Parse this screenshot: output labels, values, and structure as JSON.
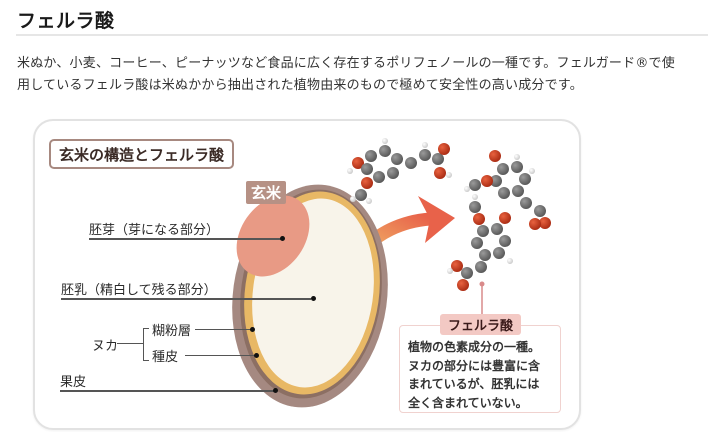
{
  "page": {
    "title": "フェルラ酸",
    "description_lines": [
      "米ぬか、小麦、コーヒー、ピーナッツなど食品に広く存在するポリフェノールの一種です。フェルガード®で使",
      "用しているフェルラ酸は米ぬかから抽出された植物由来のもので極めて安全性の高い成分です。"
    ]
  },
  "diagram": {
    "title": "玄米の構造とフェルラ酸",
    "rice_label": "玄米",
    "labels": {
      "germ": "胚芽（芽になる部分）",
      "endosperm": "胚乳（精白して残る部分）",
      "nuka": "ヌカ",
      "aleurone": "糊粉層",
      "seed_coat": "種皮",
      "pericarp": "果皮"
    },
    "ferulic_acid": {
      "tag": "フェルラ酸",
      "text_lines": [
        "植物の色素成分の一種。",
        "ヌカの部分には豊富に含",
        "まれているが、胚乳には",
        "全く含まれていない。"
      ]
    },
    "colors": {
      "pericarp": "#a58981",
      "seed_coat": "#8c6f63",
      "aleurone": "#e8b865",
      "endosperm": "#f8f4ea",
      "germ": "#e89a85",
      "arrow_start": "#f2c36c",
      "arrow_end": "#e8624a",
      "carbon_atom": "#6e6e6e",
      "oxygen_atom": "#c23a1e",
      "hydrogen_atom": "#e8e8e8"
    }
  }
}
